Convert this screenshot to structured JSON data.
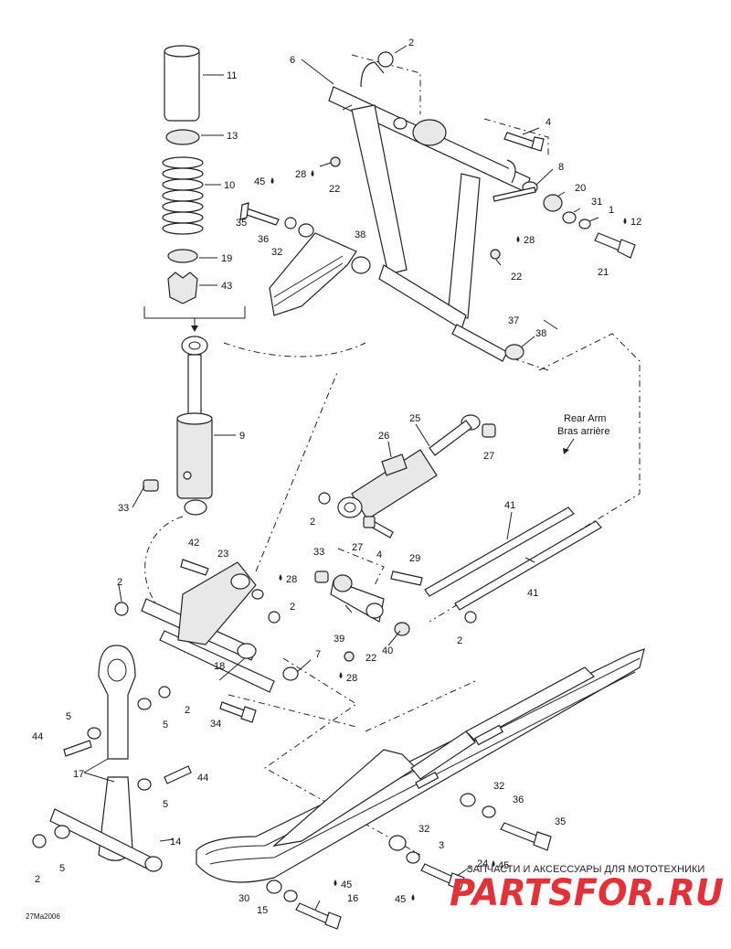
{
  "callouts": {
    "c2a": "2",
    "c6": "6",
    "c4a": "4",
    "c11": "11",
    "c13": "13",
    "c10": "10",
    "c45a": "45",
    "c28a": "28",
    "c22a": "22",
    "c8": "8",
    "c20": "20",
    "c31": "31",
    "c1": "1",
    "c12": "12",
    "c35a": "35",
    "c36a": "36",
    "c32a": "32",
    "c38a": "38",
    "c28b": "28",
    "c22b": "22",
    "c21": "21",
    "c19": "19",
    "c43": "43",
    "c37": "37",
    "c38b": "38",
    "c9": "9",
    "c25": "25",
    "c26": "26",
    "c27a": "27",
    "c33a": "33",
    "c2b": "2",
    "c27b": "27",
    "c4b": "4",
    "c41a": "41",
    "c42": "42",
    "c23": "23",
    "c33b": "33",
    "c29": "29",
    "c28c": "28",
    "c2c": "2",
    "c2d": "2",
    "c41b": "41",
    "c39": "39",
    "c22c": "22",
    "c40": "40",
    "c28d": "28",
    "c2e": "2",
    "c18": "18",
    "c7": "7",
    "c5a": "5",
    "c2f": "2",
    "c5b": "5",
    "c34": "34",
    "c44a": "44",
    "c17": "17",
    "c44b": "44",
    "c5c": "5",
    "c14": "14",
    "c5d": "5",
    "c2g": "2",
    "c32b": "32",
    "c36b": "36",
    "c35b": "35",
    "c32c": "32",
    "c3": "3",
    "c24": "24",
    "c45b": "45",
    "c30": "30",
    "c45c": "45",
    "c15": "15",
    "c16": "16",
    "c45d": "45"
  },
  "rear_arm_label": [
    "Rear Arm",
    "Bras arrière"
  ],
  "figure_code": "27Ma2006",
  "watermark": {
    "caption": "ЗАПЧАСТИ И АКСЕССУАРЫ ДЛЯ МОТОТЕХНИКИ",
    "logo": "PARTSFOR.RU",
    "logo_color": "#e1323a"
  },
  "lubricant_icon": "droplet-icon"
}
